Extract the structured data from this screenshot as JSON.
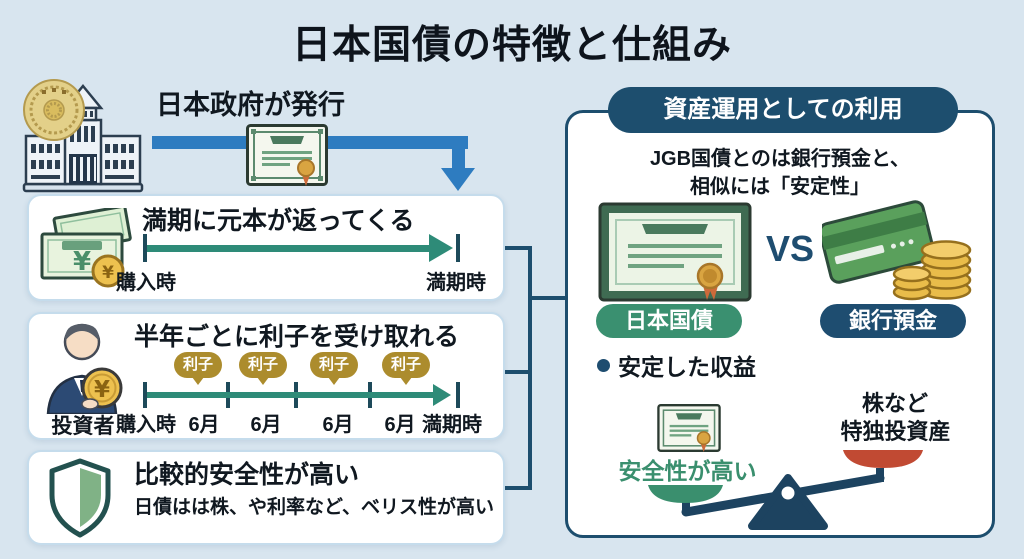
{
  "title": "日本国債の特徴と仕組み",
  "flow": {
    "issuer_label": "日本政府が発行"
  },
  "boxes": [
    {
      "title": "満期に元本が返ってくる",
      "timeline": {
        "start": "購入時",
        "end": "満期時"
      }
    },
    {
      "title": "半年ごとに利子を受け取れる",
      "investor_label": "投資者",
      "badges": [
        "利子",
        "利子",
        "利子",
        "利子"
      ],
      "timeline_labels": [
        "購入時",
        "6月",
        "6月",
        "6月",
        "6月",
        "満期時"
      ]
    },
    {
      "title": "比較的安全性が高い",
      "subtitle": "日債はは株、や利率など、ベリス性が高い"
    }
  ],
  "panel": {
    "header": "資産運用としての利用",
    "description": [
      "JGB国債とのは銀行預金と、",
      "相似には「安定性」"
    ],
    "vs_label": "VS",
    "bond_pill": "日本国債",
    "deposit_pill": "銀行預金",
    "bullet": "安定した収益",
    "scale": {
      "safe_label": "安全性が高い",
      "risky_label": [
        "株など",
        "特独投資産"
      ]
    }
  },
  "colors": {
    "background": "#d8e5ef",
    "dark_blue": "#1d4e6e",
    "flow_arrow_blue": "#2e7cc0",
    "teal_arrow": "#2e8b78",
    "interest_badge_gold": "#ac8c2d",
    "bond_green": "#3a9070",
    "risky_red": "#c14a33",
    "coin_gold": "#e9bc4a"
  }
}
